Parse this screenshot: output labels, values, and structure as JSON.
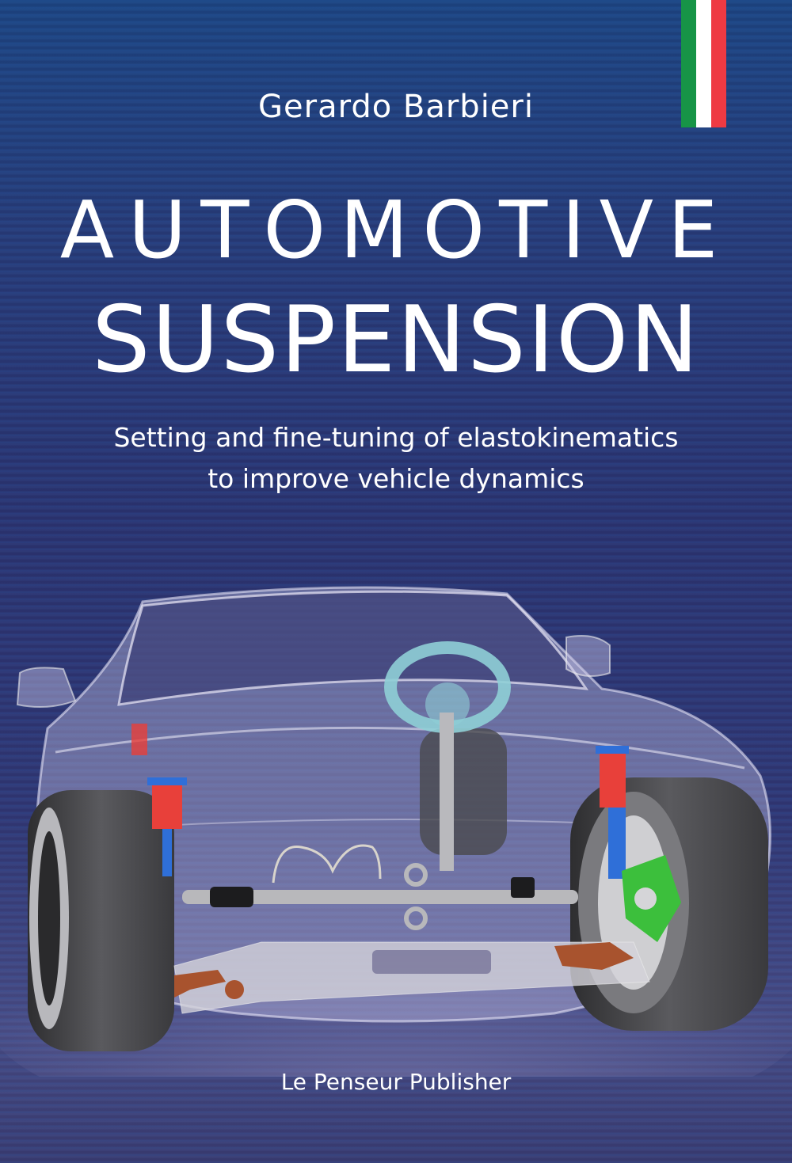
{
  "cover": {
    "author": "Gerardo Barbieri",
    "title_line1": "AUTOMOTIVE",
    "title_line2": "SUSPENSION",
    "subtitle_line1": "Setting and fine-tuning of elastokinematics",
    "subtitle_line2": "to improve vehicle dynamics",
    "publisher": "Le Penseur Publisher"
  },
  "flag": {
    "name": "italian-flag",
    "colors": [
      "#179447",
      "#ffffff",
      "#ee3a43"
    ]
  },
  "illustration": {
    "subject": "transparent-car-suspension-render",
    "colors": {
      "background": "#2c3470",
      "spring": "#e8403a",
      "damper": "#2f6fd8",
      "knuckle": "#3cbf3c",
      "control_arm": "#a8532e",
      "tire": "#4a4a4c",
      "steering_wheel": "#8fcfd6",
      "body_glass": "#c9c6e6"
    }
  }
}
